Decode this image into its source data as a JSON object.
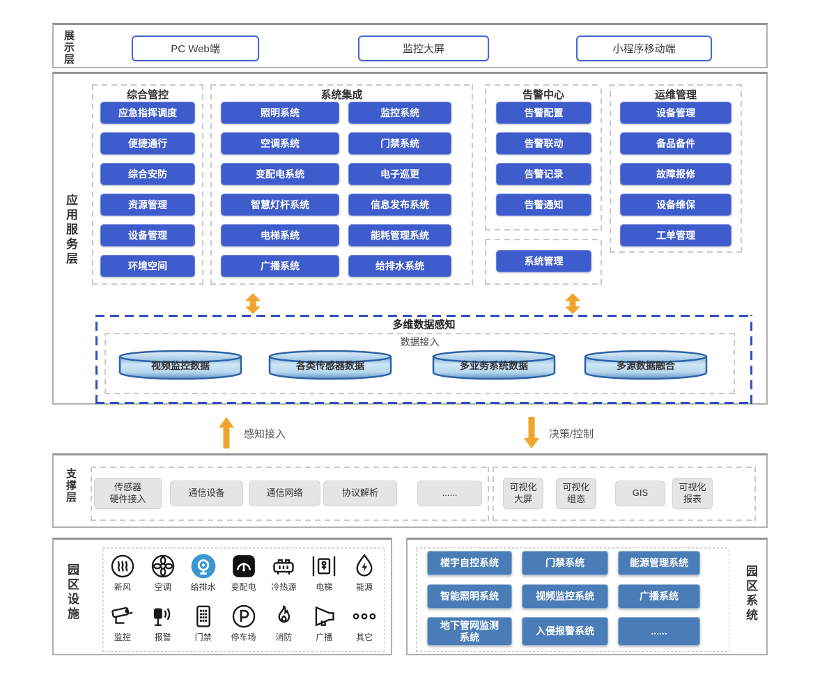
{
  "display": {
    "label": "展示层",
    "terminals": [
      "PC Web端",
      "监控大屏",
      "小程序移动端"
    ]
  },
  "app": {
    "label": "应用服务层",
    "col1": {
      "title": "综合管控",
      "items": [
        "应急指挥调度",
        "便捷通行",
        "综合安防",
        "资源管理",
        "设备管理",
        "环境空间"
      ]
    },
    "col2": {
      "title": "系统集成",
      "left": [
        "照明系统",
        "空调系统",
        "变配电系统",
        "智慧灯杆系统",
        "电梯系统",
        "广播系统"
      ],
      "right": [
        "监控系统",
        "门禁系统",
        "电子巡更",
        "信息发布系统",
        "能耗管理系统",
        "给排水系统"
      ]
    },
    "col3": {
      "title": "告警中心",
      "items": [
        "告警配置",
        "告警联动",
        "告警记录",
        "告警通知"
      ],
      "extra": "系统管理"
    },
    "col4": {
      "title": "运维管理",
      "items": [
        "设备管理",
        "备品备件",
        "故障报修",
        "设备维保",
        "工单管理"
      ]
    },
    "sense": {
      "title": "多维数据感知",
      "subtitle": "数据接入",
      "cylinders": [
        "视频监控数据",
        "各类传感器数据",
        "多业务系统数据",
        "多源数据融合"
      ]
    }
  },
  "flows": {
    "up": "感知接入",
    "down": "决策/控制"
  },
  "support": {
    "label": "支撑层",
    "left": [
      "传感器\n硬件接入",
      "通信设备",
      "通信网络",
      "协议解析",
      "......"
    ],
    "right": [
      "可视化\n大屏",
      "可视化\n组态",
      "GIS",
      "可视化\n报表"
    ]
  },
  "facilities": {
    "label": "园区设施",
    "row1": [
      "新风",
      "空调",
      "给排水",
      "变配电",
      "冷热源",
      "电梯",
      "能源"
    ],
    "row2": [
      "监控",
      "报警",
      "门禁",
      "停车场",
      "消防",
      "广播",
      "其它"
    ]
  },
  "parksys": {
    "label": "园区系统",
    "rows": [
      [
        "楼宇自控系统",
        "门禁系统",
        "能源管理系统"
      ],
      [
        "智能照明系统",
        "视频监控系统",
        "广播系统"
      ],
      [
        "地下管网监测\n系统",
        "入侵报警系统",
        "......"
      ]
    ]
  },
  "colors": {
    "primary_blue": "#3e5ccb",
    "steel_blue": "#4a7db8",
    "orange": "#f2a32b",
    "sense_border": "#2e4fc0"
  }
}
